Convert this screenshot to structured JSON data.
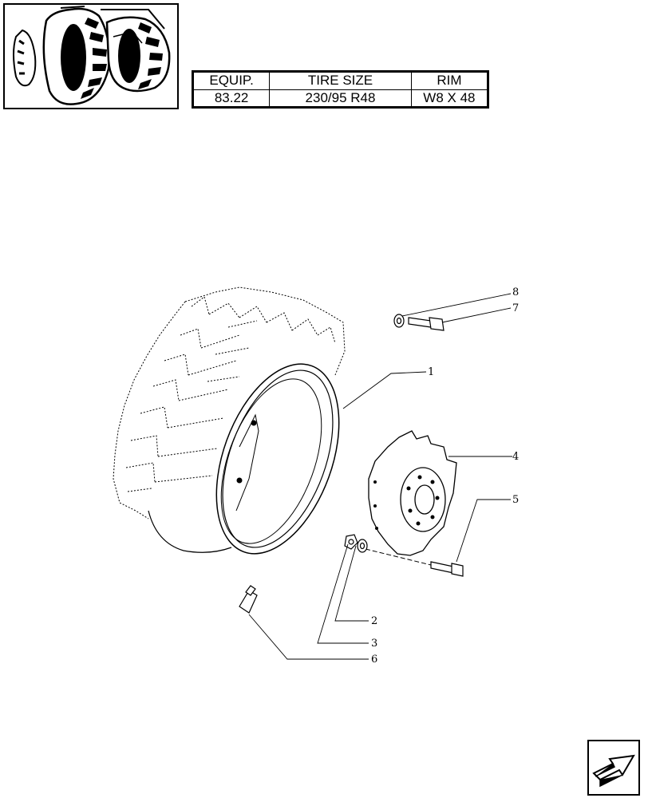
{
  "spec_table": {
    "headers": [
      "EQUIP.",
      "TIRE SIZE",
      "RIM"
    ],
    "row": [
      "83.22",
      "230/95 R48",
      "W8 X 48"
    ]
  },
  "callouts": [
    "1",
    "2",
    "3",
    "4",
    "5",
    "6",
    "7",
    "8"
  ],
  "nav_icon": "next-page-arrow-icon"
}
